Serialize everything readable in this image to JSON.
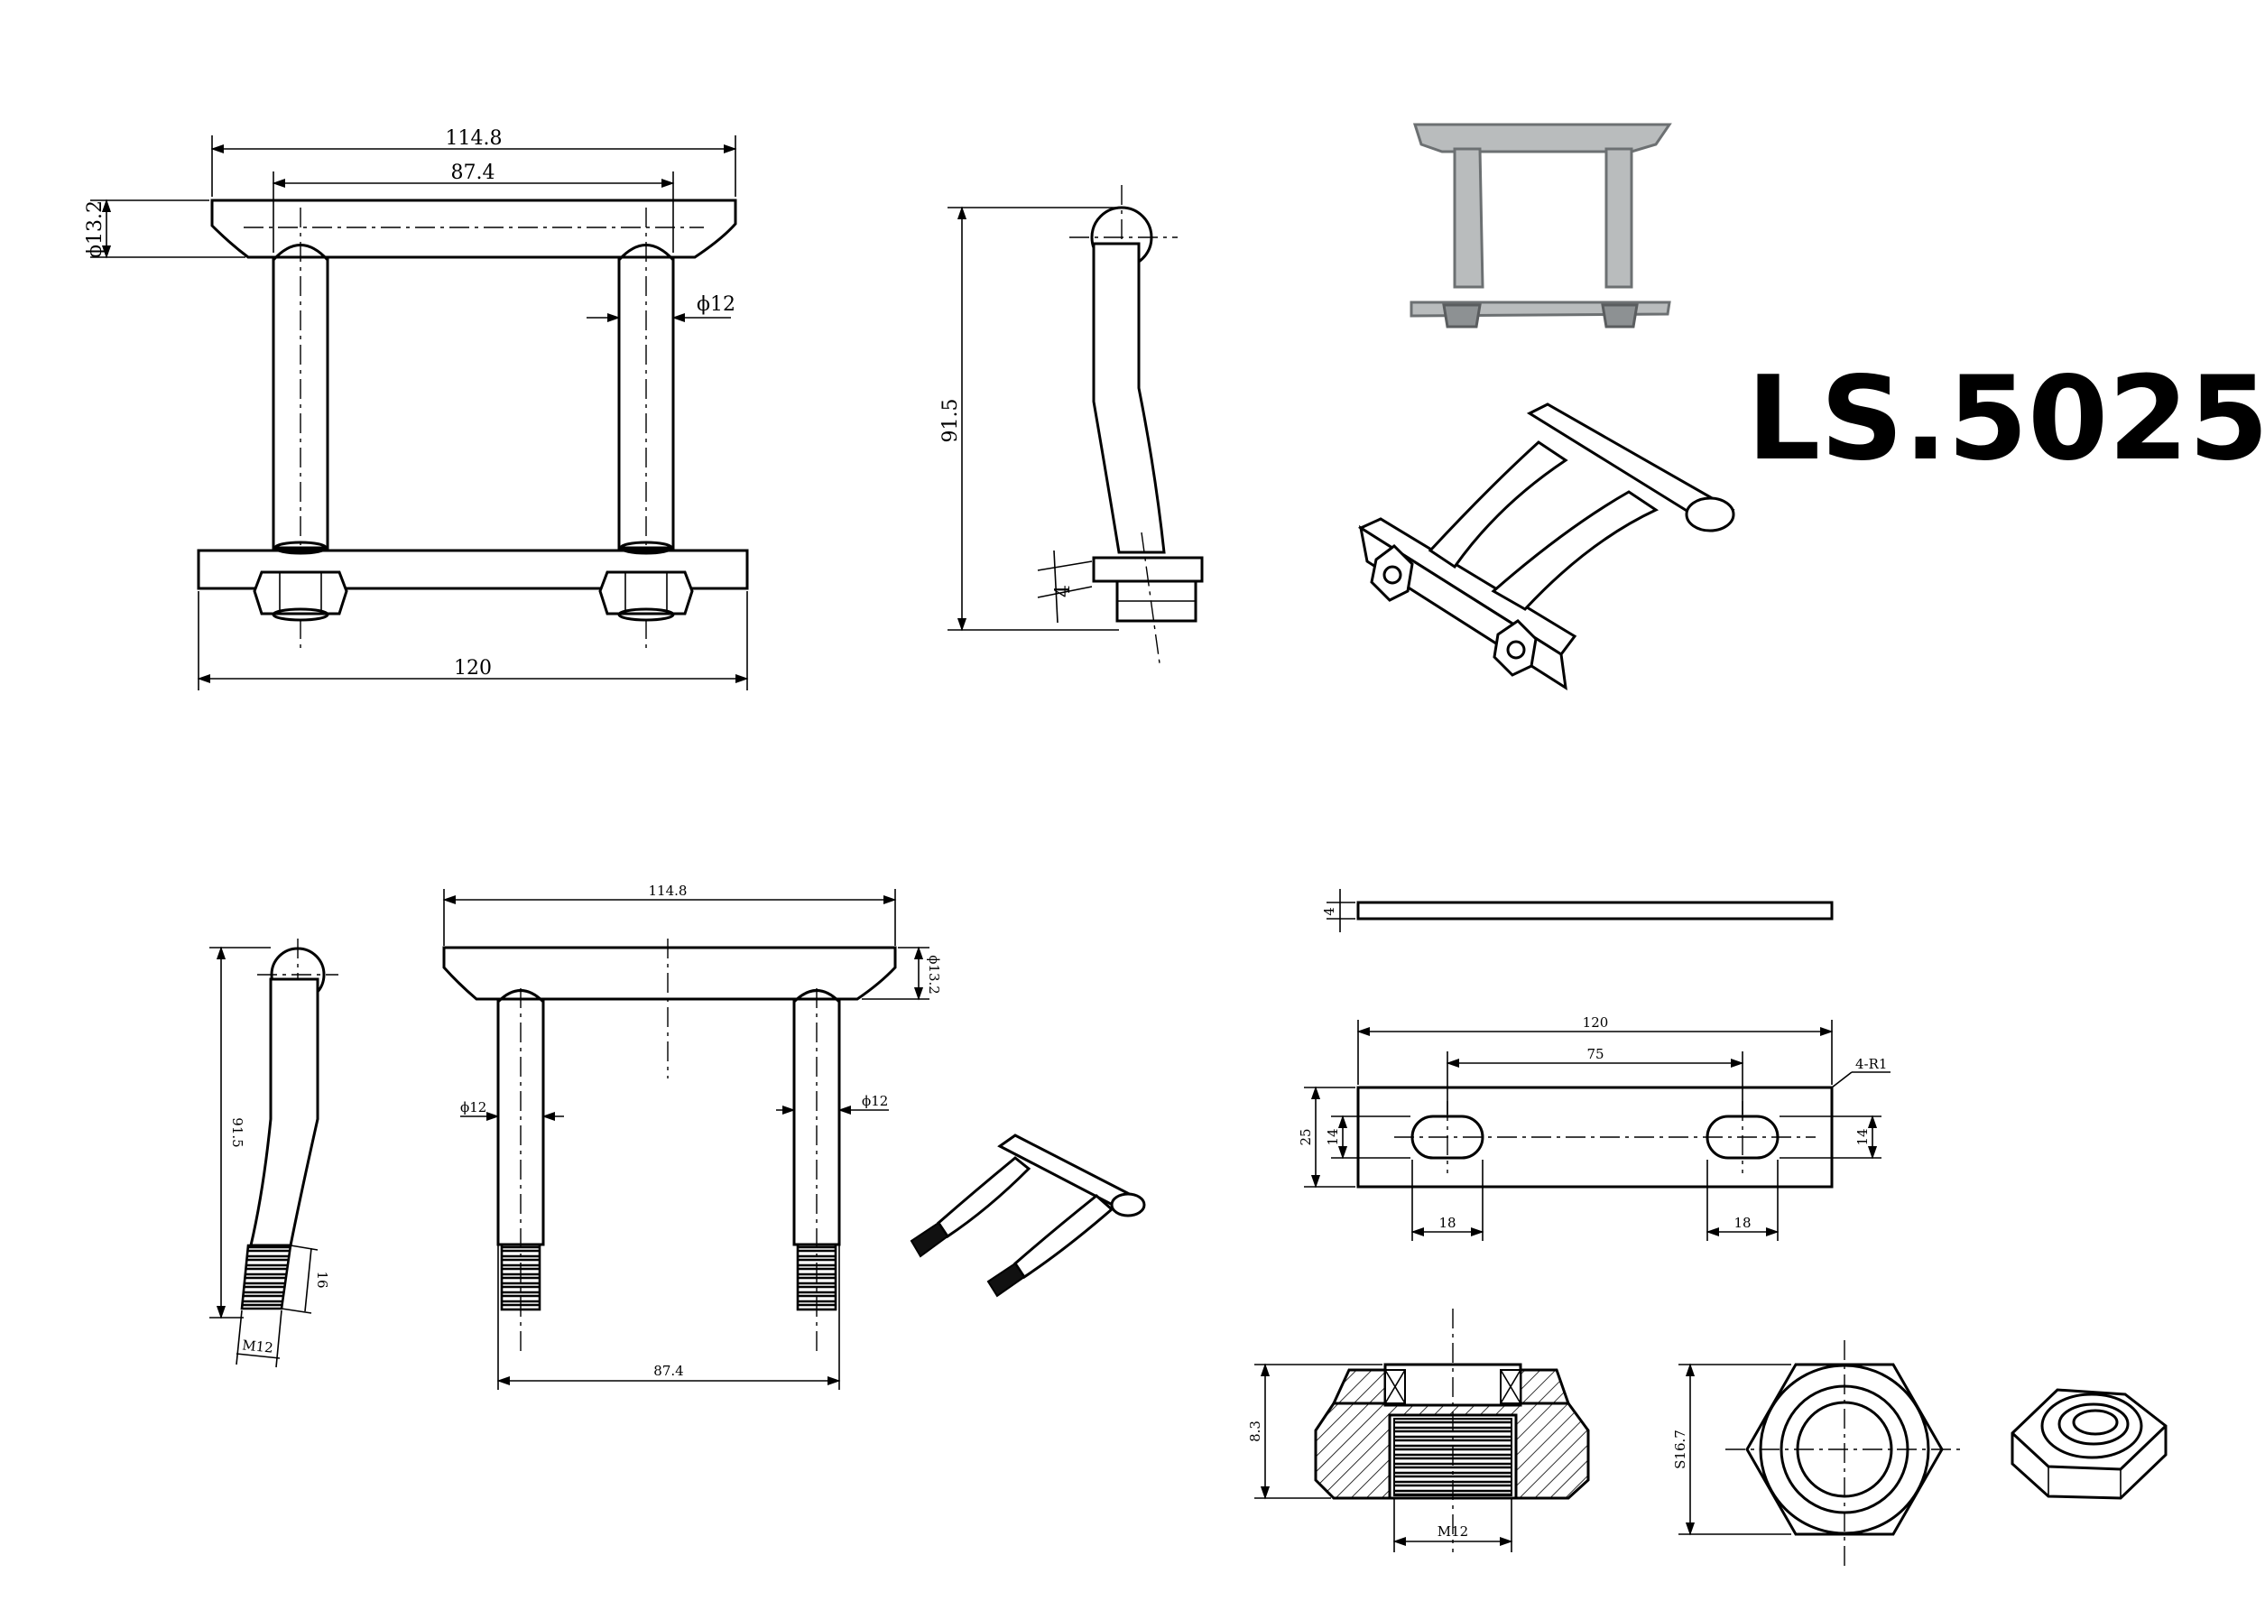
{
  "model_number": "LS.5025",
  "front_view": {
    "width_top": "114.8",
    "leg_spacing": "87.4",
    "bar_diameter": "ϕ13.2",
    "leg_diameter": "ϕ12",
    "plate_width": "120"
  },
  "side_view": {
    "height": "91.5",
    "plate_thickness": "4"
  },
  "bottom_side_view": {
    "height": "91.5",
    "thread_length": "16",
    "thread": "M12"
  },
  "bottom_front_view": {
    "width_top": "114.8",
    "bar_diameter": "ϕ13.2",
    "leg_diameter_left": "ϕ12",
    "leg_diameter_right": "ϕ12",
    "leg_spacing": "87.4"
  },
  "plate_drawing": {
    "thickness": "4",
    "length": "120",
    "slot_spacing": "75",
    "corner_radius": "4-R1",
    "height": "25",
    "slot_height_left": "14",
    "slot_height_right": "14",
    "slot_width_left": "18",
    "slot_width_right": "18"
  },
  "nut_drawing": {
    "height": "8.3",
    "thread": "M12",
    "across_flats": "S16.7"
  },
  "icons": [
    "photo-product",
    "isometric-assembly",
    "isometric-u-bolt",
    "isometric-nut"
  ]
}
